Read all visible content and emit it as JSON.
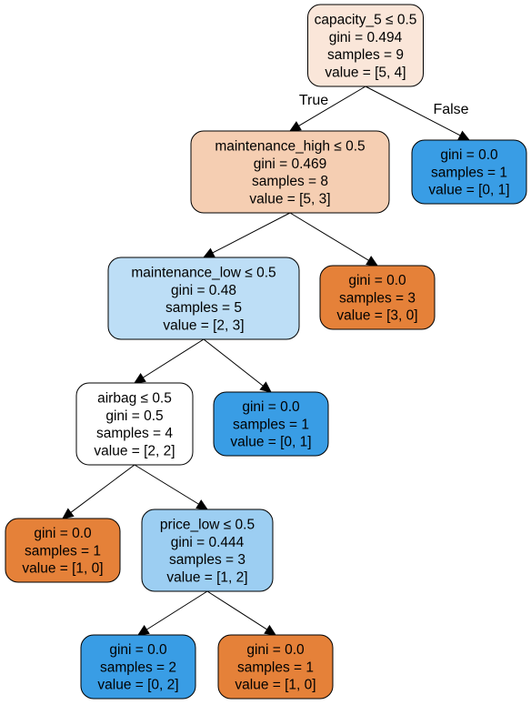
{
  "tree": {
    "nodes": [
      {
        "id": "n0",
        "lines": [
          "capacity_5 ≤ 0.5",
          "gini = 0.494",
          "samples = 9",
          "value = [5, 4]"
        ],
        "fill": "#fae6d9"
      },
      {
        "id": "n1",
        "lines": [
          "maintenance_high ≤ 0.5",
          "gini = 0.469",
          "samples = 8",
          "value = [5, 3]"
        ],
        "fill": "#f5ceb2"
      },
      {
        "id": "n2",
        "lines": [
          "maintenance_low ≤ 0.5",
          "gini = 0.48",
          "samples = 5",
          "value = [2, 3]"
        ],
        "fill": "#bddef6"
      },
      {
        "id": "n3",
        "lines": [
          "airbag ≤ 0.5",
          "gini = 0.5",
          "samples = 4",
          "value = [2, 2]"
        ],
        "fill": "#ffffff"
      },
      {
        "id": "n4",
        "lines": [
          "gini = 0.0",
          "samples = 1",
          "value = [1, 0]"
        ],
        "fill": "#e58139"
      },
      {
        "id": "n5",
        "lines": [
          "price_low ≤ 0.5",
          "gini = 0.444",
          "samples = 3",
          "value = [1, 2]"
        ],
        "fill": "#9ccef2"
      },
      {
        "id": "n6",
        "lines": [
          "gini = 0.0",
          "samples = 2",
          "value = [0, 2]"
        ],
        "fill": "#399de5"
      },
      {
        "id": "n7",
        "lines": [
          "gini = 0.0",
          "samples = 1",
          "value = [1, 0]"
        ],
        "fill": "#e58139"
      },
      {
        "id": "n8",
        "lines": [
          "gini = 0.0",
          "samples = 1",
          "value = [0, 1]"
        ],
        "fill": "#399de5"
      },
      {
        "id": "n9",
        "lines": [
          "gini = 0.0",
          "samples = 3",
          "value = [3, 0]"
        ],
        "fill": "#e58139"
      },
      {
        "id": "n10",
        "lines": [
          "gini = 0.0",
          "samples = 1",
          "value = [0, 1]"
        ],
        "fill": "#399de5"
      }
    ],
    "edges": [
      {
        "from": "n0",
        "to": "n1",
        "label": "True"
      },
      {
        "from": "n0",
        "to": "n10",
        "label": "False"
      },
      {
        "from": "n1",
        "to": "n2",
        "label": ""
      },
      {
        "from": "n1",
        "to": "n9",
        "label": ""
      },
      {
        "from": "n2",
        "to": "n3",
        "label": ""
      },
      {
        "from": "n2",
        "to": "n8",
        "label": ""
      },
      {
        "from": "n3",
        "to": "n4",
        "label": ""
      },
      {
        "from": "n3",
        "to": "n5",
        "label": ""
      },
      {
        "from": "n5",
        "to": "n6",
        "label": ""
      },
      {
        "from": "n5",
        "to": "n7",
        "label": ""
      }
    ]
  }
}
